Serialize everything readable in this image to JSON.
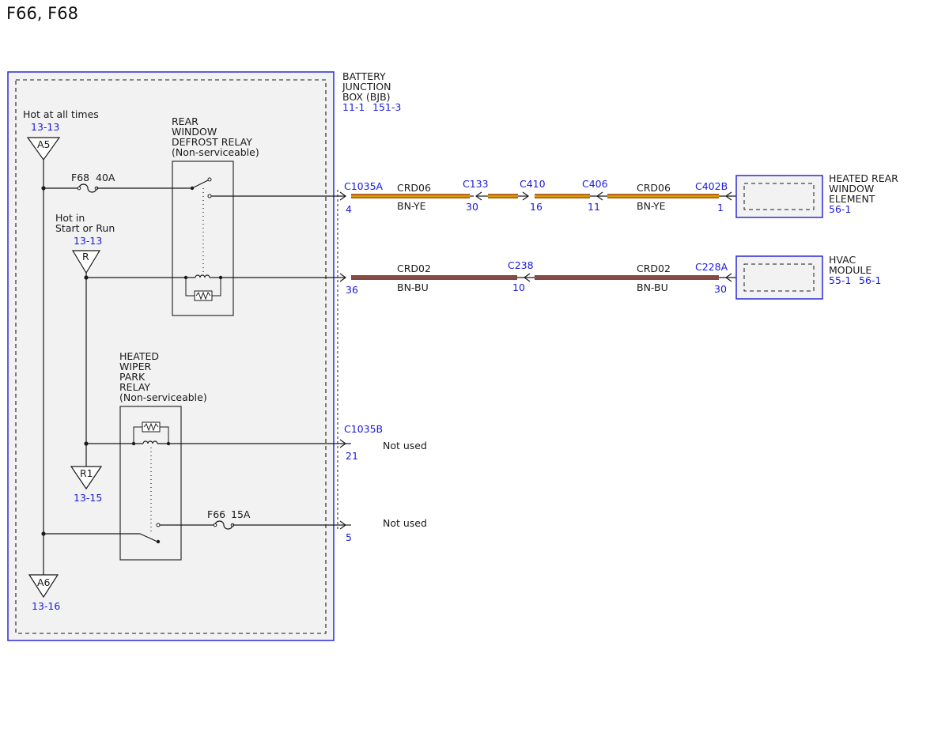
{
  "title": "F66, F68",
  "colors": {
    "ref_blue": "#1a1adc",
    "box_border": "#2b2bd6",
    "panel_fill": "#f2f2f2",
    "wire_bn_ye": [
      "#b5651d",
      "#e0b000"
    ],
    "wire_bn_bu": [
      "#8a4a2a",
      "#5a4ad0"
    ]
  },
  "bjb": {
    "name_line1": "BATTERY",
    "name_line2": "JUNCTION",
    "name_line3": "BOX (BJB)",
    "ref1": "11-1",
    "ref2": "151-3"
  },
  "feeds": {
    "hot_all_times_label": "Hot at all times",
    "a5_ref": "13-13",
    "a5_label": "A5",
    "hot_run_line1": "Hot in",
    "hot_run_line2": "Start or Run",
    "r_ref": "13-13",
    "r_label": "R",
    "r1_label": "R1",
    "r1_ref": "13-15",
    "a6_label": "A6",
    "a6_ref": "13-16"
  },
  "fuses": {
    "f68_name": "F68",
    "f68_rating": "40A",
    "f66_name": "F66",
    "f66_rating": "15A"
  },
  "relays": {
    "defrost_line1": "REAR",
    "defrost_line2": "WINDOW",
    "defrost_line3": "DEFROST RELAY",
    "defrost_line4": "(Non-serviceable)",
    "wiper_line1": "HEATED",
    "wiper_line2": "WIPER",
    "wiper_line3": "PARK",
    "wiper_line4": "RELAY",
    "wiper_line5": "(Non-serviceable)"
  },
  "circuit1": {
    "c1035a": "C1035A",
    "c1035a_pin": "4",
    "circuit_left": "CRD06",
    "color_left": "BN-YE",
    "c133": "C133",
    "c133_pin": "30",
    "c410": "C410",
    "c410_pin": "16",
    "c406": "C406",
    "c406_pin": "11",
    "circuit_right": "CRD06",
    "color_right": "BN-YE",
    "c402b": "C402B",
    "c402b_pin": "1"
  },
  "circuit2": {
    "pin_left": "36",
    "circuit_left": "CRD02",
    "color_left": "BN-BU",
    "c238": "C238",
    "c238_pin": "10",
    "circuit_right": "CRD02",
    "color_right": "BN-BU",
    "c228a": "C228A",
    "c228a_pin": "30"
  },
  "circuit3": {
    "c1035b": "C1035B",
    "pin": "21",
    "status": "Not used"
  },
  "circuit4": {
    "pin": "5",
    "status": "Not used"
  },
  "components": {
    "heated_rear_line1": "HEATED REAR",
    "heated_rear_line2": "WINDOW",
    "heated_rear_line3": "ELEMENT",
    "heated_rear_ref": "56-1",
    "hvac_line1": "HVAC",
    "hvac_line2": "MODULE",
    "hvac_ref1": "55-1",
    "hvac_ref2": "56-1"
  }
}
